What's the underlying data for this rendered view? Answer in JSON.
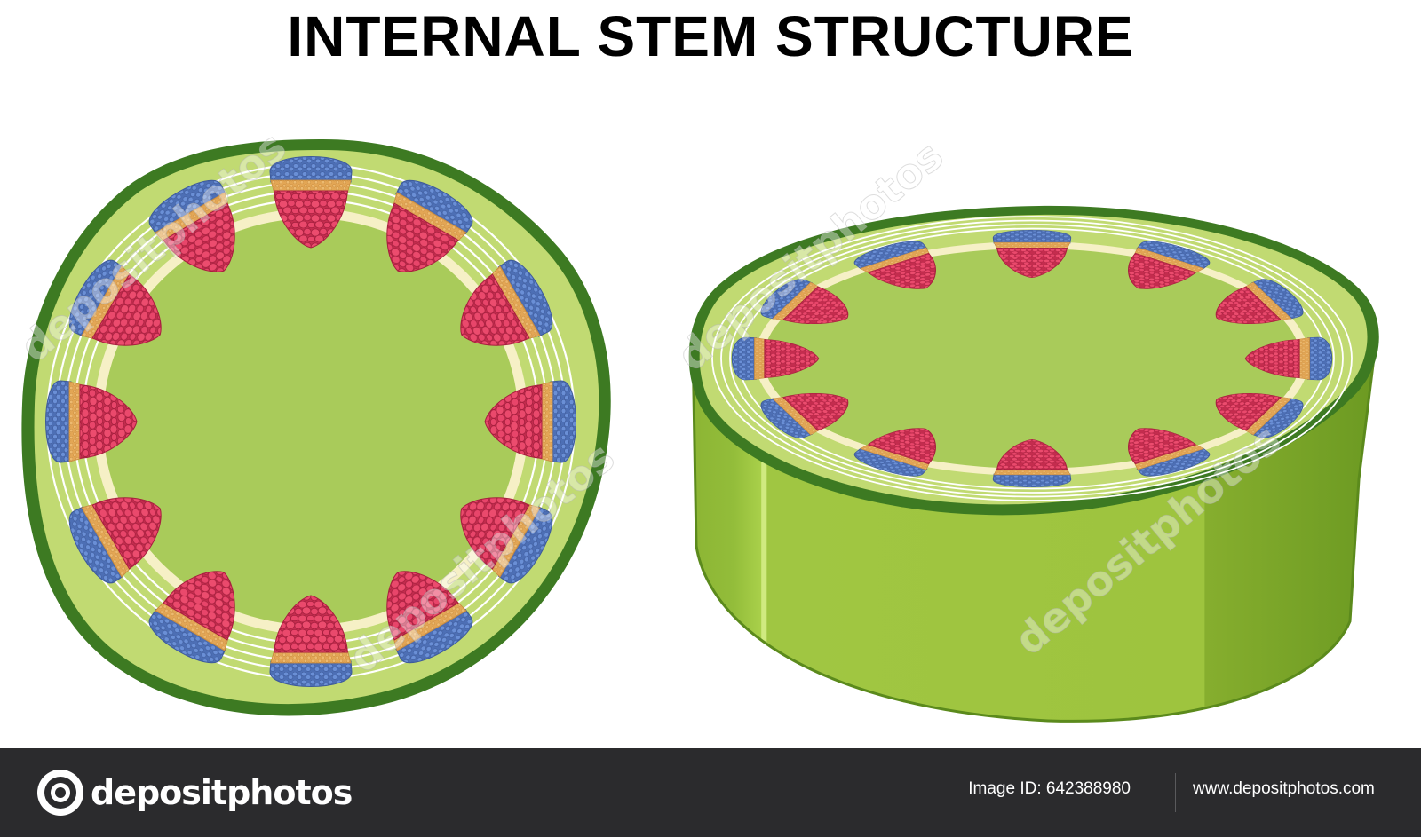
{
  "title": "INTERNAL STEM STRUCTURE",
  "watermark": "depositphotos",
  "footer": {
    "brand": "depositphotos",
    "image_id": "Image ID: 642388980",
    "url": "www.depositphotos.com"
  },
  "colors": {
    "epidermis": "#3d7a22",
    "cortex": "#c1da72",
    "pith": "#a9cb5a",
    "pith_ring": "#f6f0c6",
    "xylem": "#df3a5e",
    "cambium": "#e3a655",
    "phloem": "#5a7fc7",
    "side_wall": "#9ec43e",
    "footer_bg": "#2b2b2d"
  },
  "diagram": {
    "bundle_count": 12,
    "views": [
      "cross-section",
      "3d-slice"
    ]
  }
}
